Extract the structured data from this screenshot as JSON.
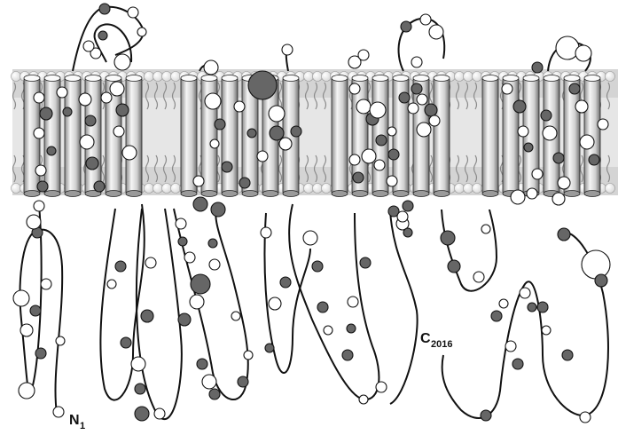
{
  "terminus_labels": {
    "n": {
      "letter": "N",
      "number": "1"
    },
    "c": {
      "letter": "C",
      "number": "2016"
    }
  },
  "colors": {
    "membrane_band": "#d4d4d4",
    "lipid_tail": "#8a8a8a",
    "helix_light": "#f4f4f4",
    "helix_dark": "#6e6e6e",
    "residue_filled": "#666666",
    "residue_open": "#ffffff",
    "backbone": "#111111"
  },
  "structure": {
    "domains": 4,
    "helices_per_domain": 6,
    "highlighted_residue_styles": [
      "filled-gray",
      "open-white"
    ]
  }
}
